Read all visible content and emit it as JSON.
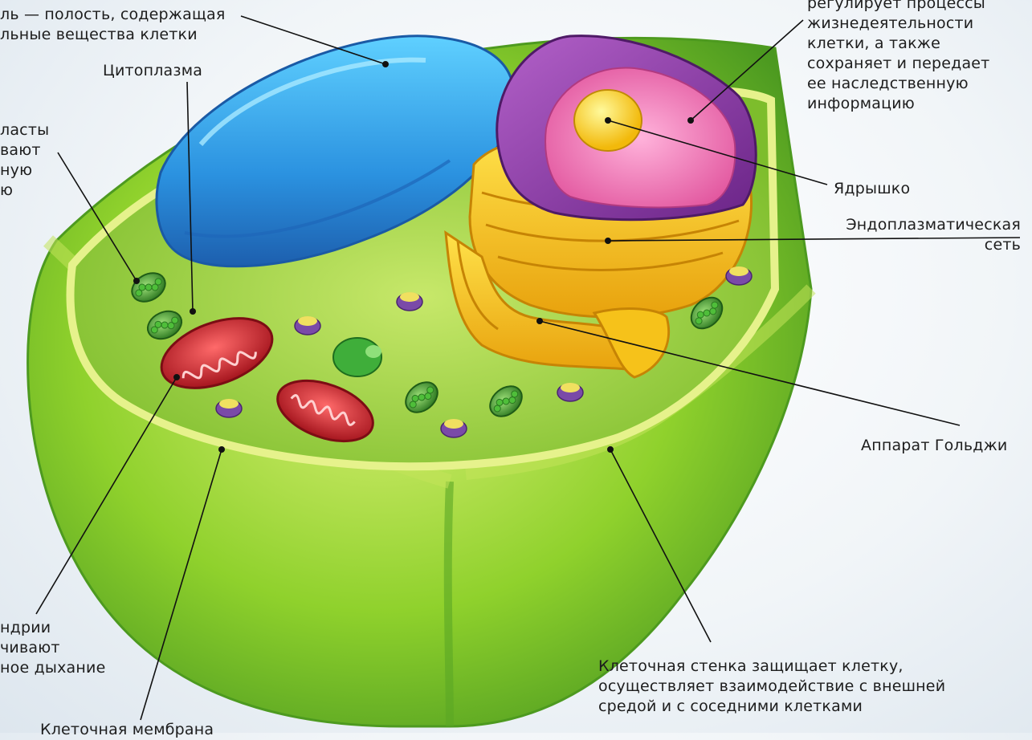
{
  "labels": {
    "vacuole": [
      "ль — полость, содержащая",
      "льные вещества клетки"
    ],
    "cytoplasm": [
      "Цитоплазма"
    ],
    "chloroplasts": [
      "ласты",
      "вают",
      "ную",
      "ю"
    ],
    "nucleus": [
      "регулирует процессы",
      "жизнедеятельности",
      "клетки, а также",
      "сохраняет и передает",
      "ее наследственную",
      "информацию"
    ],
    "nucleolus": [
      "Ядрышко"
    ],
    "er": [
      "Эндоплазматическая",
      "сеть"
    ],
    "golgi": [
      "Аппарат Гольджи"
    ],
    "mitochondria": [
      "ндрии",
      "чивают",
      "ное дыхание"
    ],
    "membrane": [
      "Клеточная мембрана"
    ],
    "wall": [
      "Клеточная стенка защищает клетку,",
      "осуществляет взаимодействие с внешней",
      "средой и с соседними клетками"
    ]
  },
  "colors": {
    "cell_wall": "#7cc52a",
    "cytoplasm": "#9ed24a",
    "vacuole": "#2f9ae6",
    "nucleus_envelope": "#8e3aa8",
    "nucleus_inside": "#ef7fbf",
    "nucleolus": "#f7d21a",
    "er": "#f3c51d",
    "mitochondria": "#d42a32",
    "chloroplast": "#3a9a2e",
    "ribosome_purple": "#7a4aa8"
  }
}
